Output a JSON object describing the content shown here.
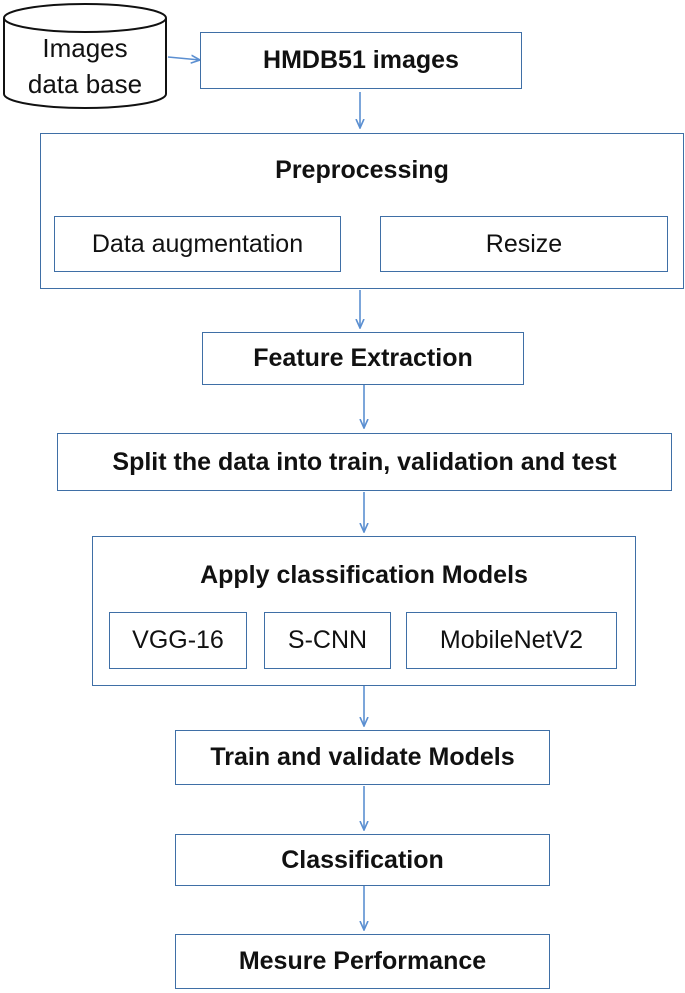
{
  "colors": {
    "border": "#3f6fa6",
    "arrow": "#5b8fd1",
    "text": "#111111"
  },
  "database": {
    "line1": "Images",
    "line2": "data base"
  },
  "nodes": {
    "hmdb": "HMDB51 images",
    "preprocessing": {
      "title": "Preprocessing",
      "items": [
        "Data augmentation",
        "Resize"
      ]
    },
    "feature": "Feature Extraction",
    "split": "Split the data into train, validation and test",
    "apply": {
      "title": "Apply classification Models",
      "items": [
        "VGG-16",
        "S-CNN",
        "MobileNetV2"
      ]
    },
    "train": "Train and validate Models",
    "classification": "Classification",
    "measure": "Mesure Performance"
  }
}
